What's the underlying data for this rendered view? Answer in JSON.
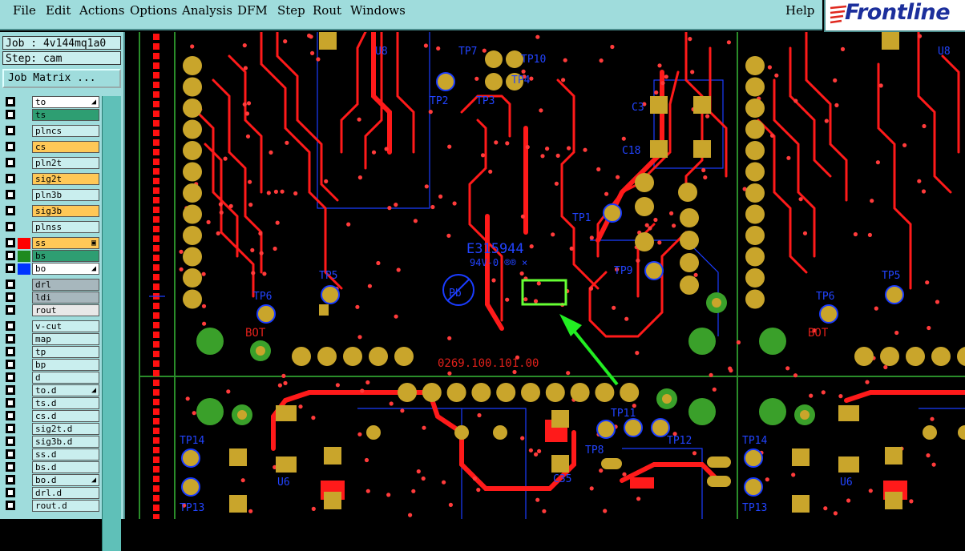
{
  "menubar": {
    "items": [
      "File",
      "Edit",
      "Actions",
      "Options",
      "Analysis",
      "DFM",
      "Step",
      "Rout",
      "Windows"
    ],
    "help": "Help"
  },
  "logo": {
    "text": "Frontline"
  },
  "panel": {
    "job": "Job : 4v144mq1a0",
    "step": "Step: cam",
    "job_matrix": "Job Matrix ..."
  },
  "layers": [
    {
      "name": "to",
      "color": "#ffffff",
      "flag": "◢",
      "swatch": ""
    },
    {
      "name": "ts",
      "color": "#2e9e72",
      "flag": "",
      "swatch": ""
    },
    {
      "name": "plncs",
      "color": "#c9eeee",
      "flag": "",
      "swatch": ""
    },
    {
      "name": "cs",
      "color": "#ffc857",
      "flag": "",
      "swatch": ""
    },
    {
      "name": "pln2t",
      "color": "#c9eeee",
      "flag": "",
      "swatch": ""
    },
    {
      "name": "sig2t",
      "color": "#ffc857",
      "flag": "",
      "swatch": ""
    },
    {
      "name": "pln3b",
      "color": "#c9eeee",
      "flag": "",
      "swatch": ""
    },
    {
      "name": "sig3b",
      "color": "#ffc857",
      "flag": "",
      "swatch": ""
    },
    {
      "name": "plnss",
      "color": "#c9eeee",
      "flag": "",
      "swatch": ""
    },
    {
      "name": "ss",
      "color": "#ffc857",
      "flag": "▣",
      "swatch": "#ff0000"
    },
    {
      "name": "bs",
      "color": "#2e9e72",
      "flag": "",
      "swatch": "#1e8a1e"
    },
    {
      "name": "bo",
      "color": "#ffffff",
      "flag": "◢",
      "swatch": "#0033ff"
    },
    {
      "name": "drl",
      "color": "#a7b7bd",
      "flag": "",
      "swatch": ""
    },
    {
      "name": "ldi",
      "color": "#a7b7bd",
      "flag": "",
      "swatch": ""
    },
    {
      "name": "rout",
      "color": "#e8e8e8",
      "flag": "",
      "swatch": ""
    },
    {
      "name": "v-cut",
      "color": "#c9eeee",
      "flag": "",
      "swatch": ""
    },
    {
      "name": "map",
      "color": "#c9eeee",
      "flag": "",
      "swatch": ""
    },
    {
      "name": "tp",
      "color": "#c9eeee",
      "flag": "",
      "swatch": ""
    },
    {
      "name": "bp",
      "color": "#c9eeee",
      "flag": "",
      "swatch": ""
    },
    {
      "name": "d",
      "color": "#c9eeee",
      "flag": "",
      "swatch": ""
    },
    {
      "name": "to.d",
      "color": "#c9eeee",
      "flag": "◢",
      "swatch": ""
    },
    {
      "name": "ts.d",
      "color": "#c9eeee",
      "flag": "",
      "swatch": ""
    },
    {
      "name": "cs.d",
      "color": "#c9eeee",
      "flag": "",
      "swatch": ""
    },
    {
      "name": "sig2t.d",
      "color": "#c9eeee",
      "flag": "",
      "swatch": ""
    },
    {
      "name": "sig3b.d",
      "color": "#c9eeee",
      "flag": "",
      "swatch": ""
    },
    {
      "name": "ss.d",
      "color": "#c9eeee",
      "flag": "",
      "swatch": ""
    },
    {
      "name": "bs.d",
      "color": "#c9eeee",
      "flag": "",
      "swatch": ""
    },
    {
      "name": "bo.d",
      "color": "#c9eeee",
      "flag": "◢",
      "swatch": ""
    },
    {
      "name": "drl.d",
      "color": "#c9eeee",
      "flag": "",
      "swatch": ""
    },
    {
      "name": "rout.d",
      "color": "#c9eeee",
      "flag": "",
      "swatch": ""
    }
  ],
  "board": {
    "labels": {
      "u8": "U8",
      "tp7": "TP7",
      "tp10": "TP10",
      "tp4": "TP4",
      "tp2": "TP2",
      "tp3": "TP3",
      "c3": "C3",
      "c18": "C18",
      "tp1": "TP1",
      "tp9": "TP9",
      "tp5": "TP5",
      "tp6": "TP6",
      "bot": "BOT",
      "part_no": "E315944",
      "ul": "94V-0 ®® ×",
      "pb": "Pb",
      "pcb_no": "0269.100.101.00",
      "u8b": "U8",
      "tp5b": "TP5",
      "tp6b": "TP6",
      "botb": "BOT",
      "tp14": "TP14",
      "tp13": "TP13",
      "u6": "U6",
      "tp11": "TP11",
      "tp12": "TP12",
      "tp8": "TP8",
      "c35": "C35",
      "tp14b": "TP14",
      "tp13b": "TP13",
      "u6b": "U6"
    }
  }
}
